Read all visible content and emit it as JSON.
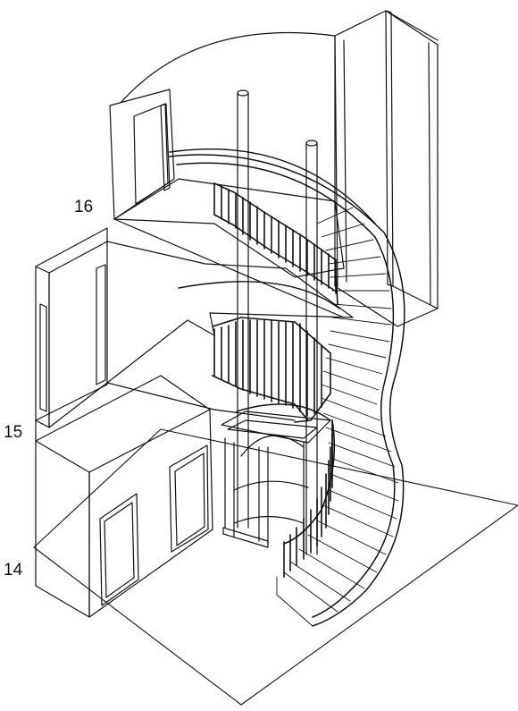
{
  "floor_labels": {
    "level_16": "16",
    "level_15": "15",
    "level_14": "14"
  },
  "colors": {
    "line": "#111111",
    "background": "#ffffff"
  }
}
